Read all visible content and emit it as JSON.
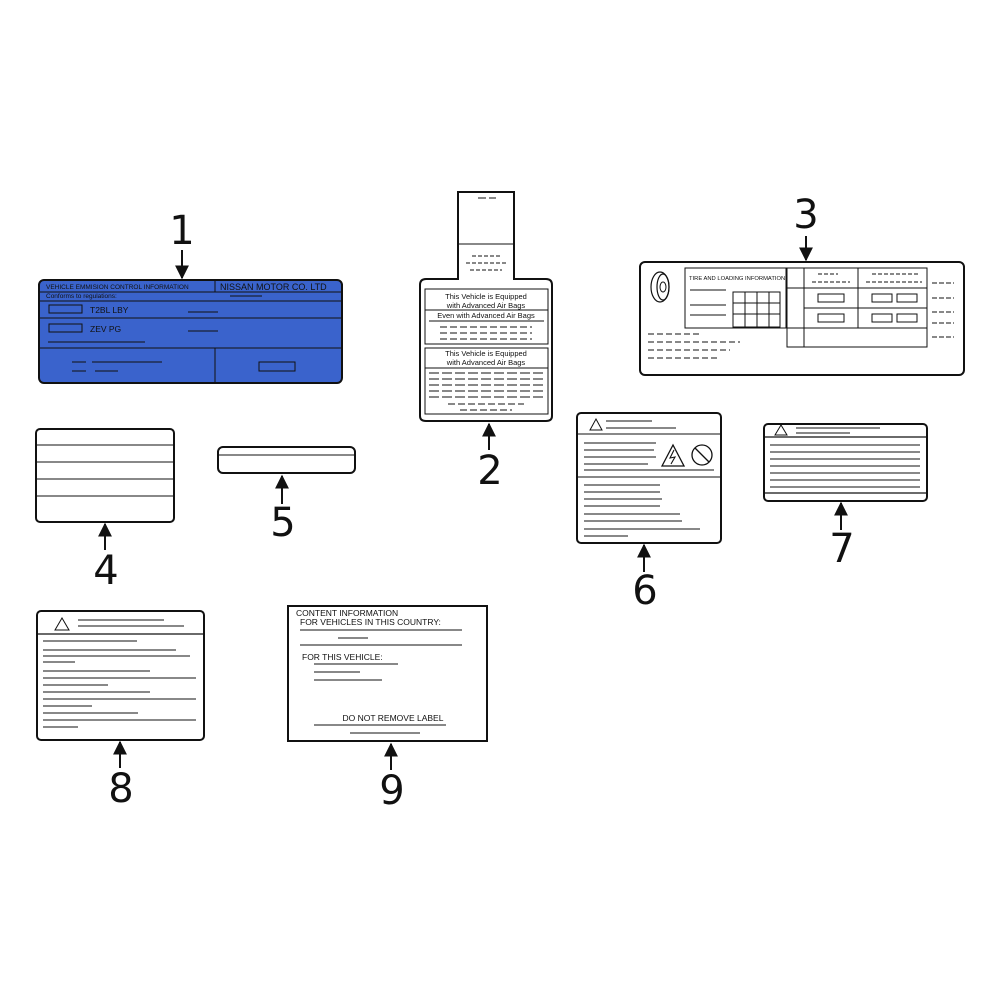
{
  "colors": {
    "highlight": "#3a63cc",
    "line": "#111111",
    "background": "#ffffff"
  },
  "callouts": [
    "1",
    "2",
    "3",
    "4",
    "5",
    "6",
    "7",
    "8",
    "9"
  ],
  "label1": {
    "header": "VEHICLE EMMISION CONTROL INFORMATION",
    "maker": "NISSAN MOTOR CO. LTD",
    "sub": "Conforms to regulations:",
    "row1": "T2BL LBY",
    "row2": "ZEV PG"
  },
  "label2": {
    "line1": "This Vehicle is Equipped",
    "line2": "with Advanced Air Bags",
    "line3": "Even with Advanced Air Bags",
    "line4": "This Vehicle is Equipped",
    "line5": "with Advanced Air Bags"
  },
  "label3": {
    "title": "TIRE AND LOADING INFORMATION"
  },
  "label9": {
    "line1": "CONTENT INFORMATION",
    "line2": "FOR VEHICLES IN THIS COUNTRY:",
    "line3": "FOR THIS VEHICLE:",
    "line4": "DO NOT REMOVE LABEL"
  }
}
